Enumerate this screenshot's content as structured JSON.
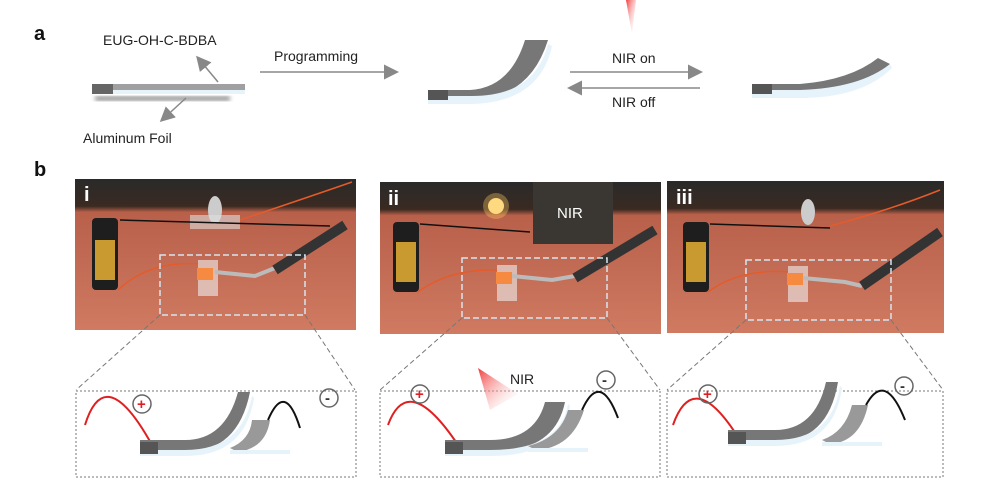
{
  "panel_a": {
    "label": "a",
    "layer_top": "EUG-OH-C-BDBA",
    "layer_bottom": "Aluminum Foil",
    "step1": "Programming",
    "forward": "NIR on",
    "reverse": "NIR off"
  },
  "panel_b": {
    "label": "b",
    "photos": [
      {
        "numeral": "i"
      },
      {
        "numeral": "ii",
        "lamp_label": "NIR"
      },
      {
        "numeral": "iii"
      }
    ],
    "schematic": {
      "plus": "+",
      "minus": "-",
      "nir": "NIR"
    }
  },
  "colors": {
    "wire_pos": "#e02020",
    "wire_neg": "#111111",
    "table": "#c0684f",
    "nir": "#f05050"
  }
}
